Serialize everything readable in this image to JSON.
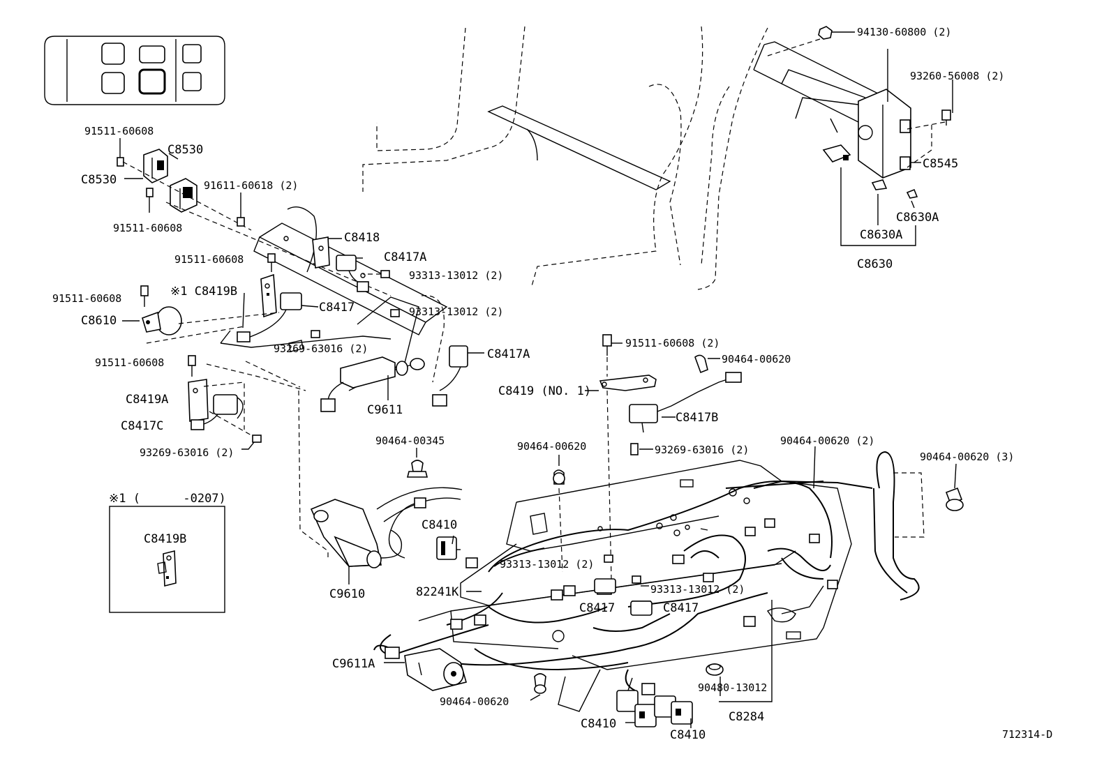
{
  "labels": {
    "p91511_a": "91511-60608",
    "c8530_top": "C8530",
    "c8530_left": "C8530",
    "p91611": "91611-60618 (2)",
    "p91511_b": "91511-60608",
    "c8418": "C8418",
    "c8417a_top": "C8417A",
    "p91511_c": "91511-60608",
    "p93313_a": "93313-13012 (2)",
    "note_c8419b": "※1 C8419B",
    "c8417_top": "C8417",
    "p93313_b": "93313-13012 (2)",
    "p91511_d": "91511-60608",
    "c8610": "C8610",
    "p93269_a": "93269-63016 (2)",
    "c8417a_mid": "C8417A",
    "p91511_e": "91511-60608",
    "c9611": "C9611",
    "c8419a": "C8419A",
    "c8417c": "C8417C",
    "p93269_b": "93269-63016 (2)",
    "p94130": "94130-60800 (2)",
    "p93260": "93260-56008 (2)",
    "c8545": "C8545",
    "c8630a_r": "C8630A",
    "c8630a_l": "C8630A",
    "c8630": "C8630",
    "p91511_f": "91511-60608 (2)",
    "p90464_a": "90464-00620",
    "c8419_no1": "C8419 (NO. 1)",
    "c8417b": "C8417B",
    "p93269_c": "93269-63016 (2)",
    "p90464_345": "90464-00345",
    "p90464_b": "90464-00620",
    "p90464_c": "90464-00620 (2)",
    "p90464_d": "90464-00620 (3)",
    "c8410_mid": "C8410",
    "c9610": "C9610",
    "p93313_c": "93313-13012 (2)",
    "p82241k": "82241K",
    "p93313_d": "93313-13012 (2)",
    "c8417_b1": "C8417",
    "c8417_b2": "C8417",
    "c9611a": "C9611A",
    "p90464_e": "90464-00620",
    "p90480": "90480-13012",
    "c8284": "C8284",
    "c8410_b1": "C8410",
    "c8410_b2": "C8410",
    "inset_title": "※1 (      -0207)",
    "inset_part": "C8419B",
    "diagram_id": "712314-D"
  }
}
